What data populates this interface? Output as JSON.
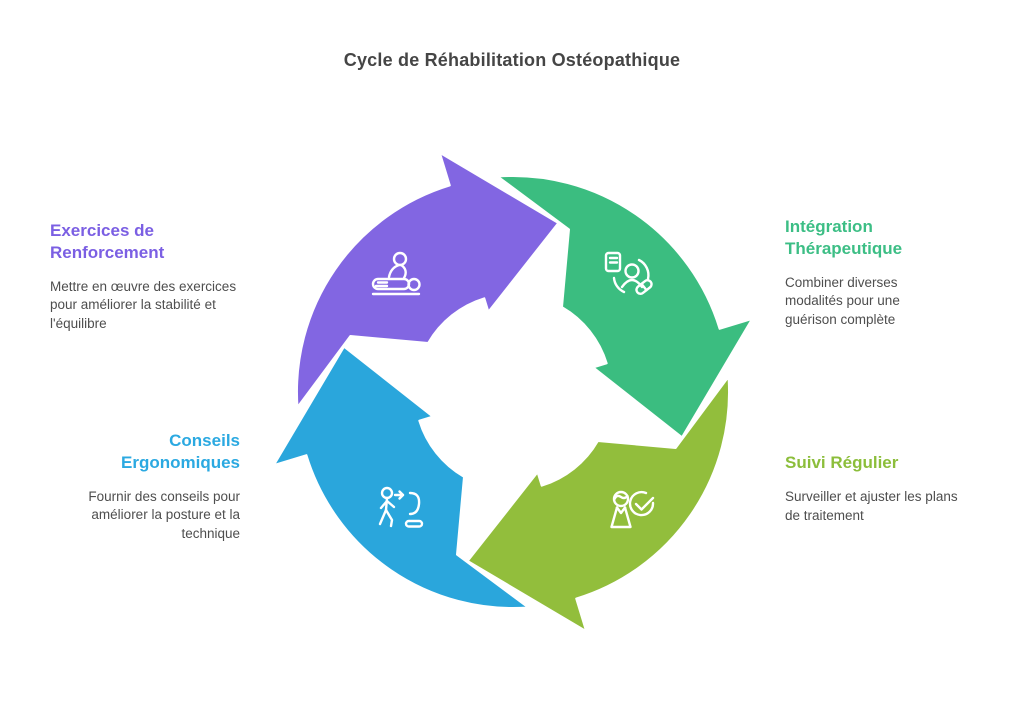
{
  "title": "Cycle de Réhabilitation Ostéopathique",
  "colors": {
    "purple": "#8266E2",
    "green": "#3BBD80",
    "blue": "#2AA6DC",
    "olive": "#92BE3C",
    "purple_text": "#7B5FE3",
    "green_text": "#3CBE85",
    "blue_text": "#2BA9E1",
    "olive_text": "#8CBE3B",
    "title_text": "#454545",
    "body_text": "#4E4E4E"
  },
  "steps": [
    {
      "heading": "Exercices de Renforcement",
      "description": "Mettre en œuvre des exercices pour améliorer la stabilité et l'équilibre",
      "icon": "massage-therapy-icon",
      "color_key": "purple",
      "position": "top-left"
    },
    {
      "heading": "Intégration Thérapeutique",
      "description": "Combiner diverses modalités pour une guérison complète",
      "icon": "patient-treatment-icon",
      "color_key": "green",
      "position": "top-right"
    },
    {
      "heading": "Suivi Régulier",
      "description": "Surveiller et ajuster les plans de traitement",
      "icon": "patient-check-icon",
      "color_key": "olive",
      "position": "bottom-right"
    },
    {
      "heading": "Conseils Ergonomiques",
      "description": "Fournir des conseils pour améliorer la posture et la technique",
      "icon": "posture-ergonomics-icon",
      "color_key": "blue",
      "position": "bottom-left"
    }
  ]
}
